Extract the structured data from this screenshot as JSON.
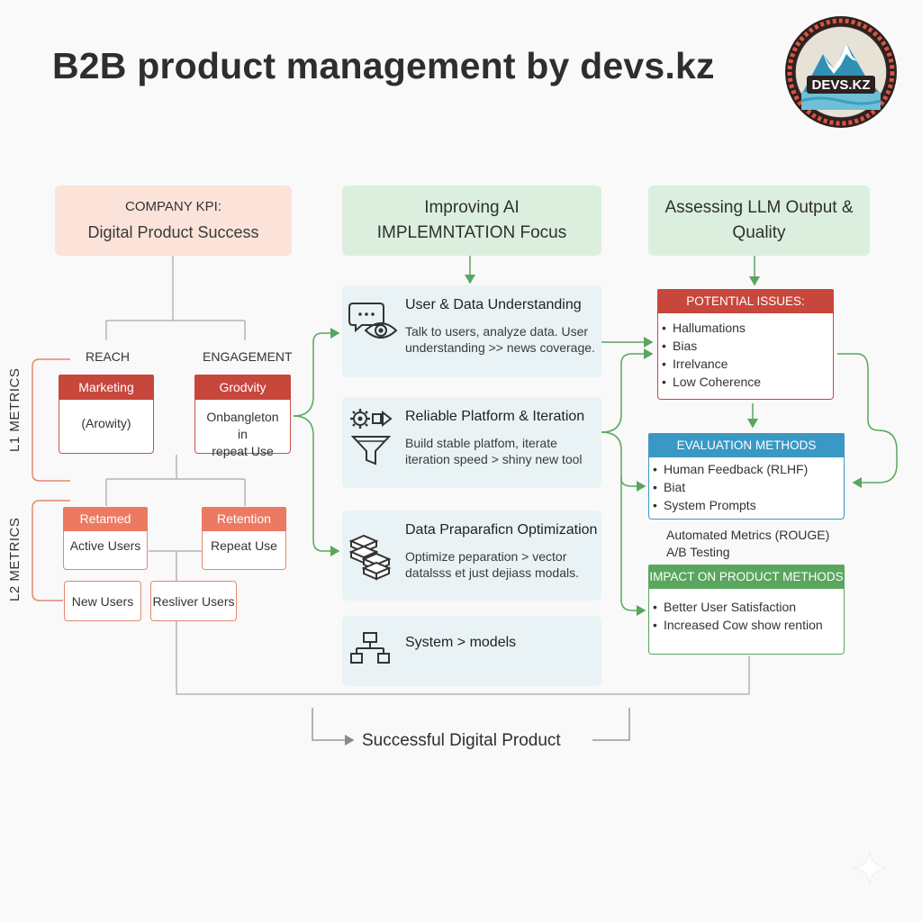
{
  "title": "B2B product management by devs.kz",
  "logo": {
    "text": "DEVS.KZ",
    "icon": "mountain-logo-icon"
  },
  "colors": {
    "red": "#c8473c",
    "orange": "#ec7a62",
    "green": "#5aa65e",
    "blue": "#3a98c4",
    "peach": "#fbe3da",
    "mint": "#dcefdf",
    "light_blue": "#e9f3f6"
  },
  "kpi": {
    "line1": "COMPANY KPI:",
    "line2": "Digital Product Success"
  },
  "ai_header": {
    "line1": "Improving AI",
    "line2": "IMPLEMNTATION Focus"
  },
  "llm_header": {
    "line1": "Assessing LLM Output &",
    "line2": "Quality"
  },
  "metrics": {
    "l1_label": "L1 METRICS",
    "l2_label": "L2 METRICS",
    "reach": "REACH",
    "engagement": "ENGAGEMENT",
    "marketing": {
      "title": "Marketing",
      "body": "(Arowity)"
    },
    "grodvity": {
      "title": "Grodvity",
      "body1": "Onbangleton in",
      "body2": "repeat Use"
    },
    "retamed": {
      "title": "Retamed",
      "body": "Active Users"
    },
    "retention": {
      "title": "Retention",
      "body": "Repeat Use"
    },
    "new_users": "New Users",
    "resliver_users": "Resliver Users"
  },
  "steps": [
    {
      "title": "User & Data Understanding",
      "desc1": "Talk to users, analyze data. User",
      "desc2": "understanding >> news coverage.",
      "icon": "chat-eye-icon"
    },
    {
      "title": "Reliable Platform & Iteration",
      "desc1": "Build stable platfom, iterate",
      "desc2": "iteration speed > shiny new tool",
      "icon": "gear-funnel-icon"
    },
    {
      "title": "Data Praparaficn Optimization",
      "desc1": "Optimize peparation > vector",
      "desc2": "datalsss et just dejiass modals.",
      "icon": "database-stack-icon"
    },
    {
      "title": "System > models",
      "icon": "hierarchy-icon"
    }
  ],
  "issues": {
    "header": "POTENTIAL ISSUES:",
    "items": [
      "Hallumations",
      "Bias",
      "Irrelvance",
      "Low Coherence"
    ]
  },
  "evaluation": {
    "header": "EVALUATION METHODS",
    "items": [
      "Human Feedback (RLHF)",
      "Biat",
      "System Prompts"
    ],
    "extra": [
      "Automated Metrics (ROUGE)",
      "A/B Testing"
    ]
  },
  "impact": {
    "header": "IMPACT ON PRODUCT METHODS",
    "items": [
      "Better User Satisfaction",
      "Increased Cow show rention"
    ]
  },
  "final": "Successful Digital Product"
}
